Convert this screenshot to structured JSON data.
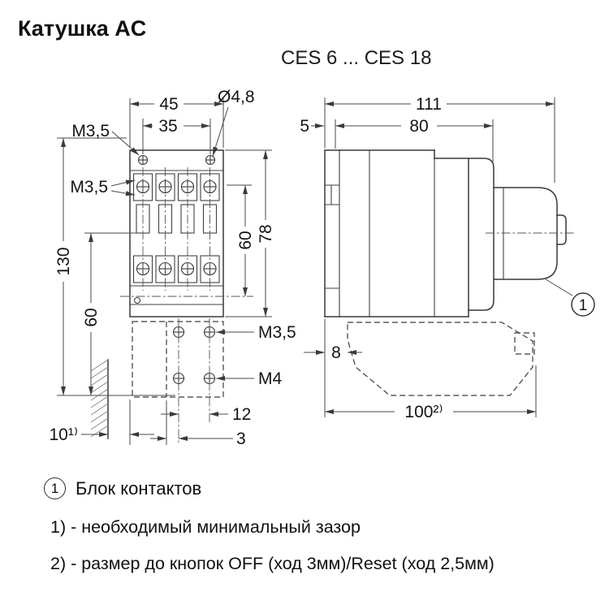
{
  "title": "Катушка AC",
  "subtitle": "CES 6 ... CES 18",
  "front_view": {
    "dim_width": "45",
    "dim_width_inner": "35",
    "dim_hole": "Ø4,8",
    "dim_thread_top": "M3,5",
    "dim_thread_terminal": "M3,5",
    "dim_height_total": "130",
    "dim_height_left": "60",
    "dim_height_right": "60",
    "dim_height_body": "78",
    "dim_thread_aux": "M3,5",
    "dim_thread_aux2": "M4",
    "dim_aux_pitch": "12",
    "dim_aux_offset": "3",
    "dim_clearance": "10¹⁾"
  },
  "side_view": {
    "dim_depth_total": "111",
    "dim_depth_body": "80",
    "dim_rail_offset": "5",
    "dim_lower_depth": "8",
    "dim_button_depth": "100²⁾",
    "callout_label": "1"
  },
  "legend": {
    "callout_marker": "1",
    "callout_text": "Блок контактов",
    "note1": "1) - необходимый минимальный зазор",
    "note2": "2) - размер до кнопок OFF (ход 3мм)/Reset (ход 2,5мм)"
  }
}
